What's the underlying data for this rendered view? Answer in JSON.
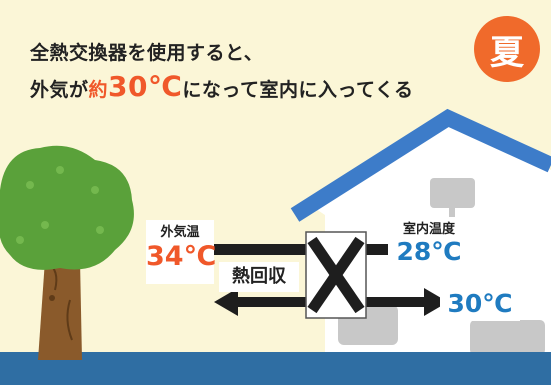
{
  "headline": {
    "line1": "全熱交換器を使用すると、",
    "line2_prefix": "外気が",
    "line2_about": "約",
    "line2_temp": "30℃",
    "line2_suffix": "になって室内に入ってくる"
  },
  "season_badge": "夏",
  "outdoor": {
    "label": "外気温",
    "temperature": "34℃"
  },
  "indoor": {
    "label": "室内温度",
    "temperature": "28℃"
  },
  "exchanger_label": "熱回収",
  "supply_temperature": "30℃",
  "colors": {
    "background": "#fbf6d7",
    "accent_warm": "#f0582a",
    "accent_cool": "#1f7bc0",
    "house_roof": "#3d7cc9",
    "house_wall": "#ffffff",
    "house_silhouette": "#c8c8c8",
    "ground": "#2f6ea3",
    "tree_leaves": "#5aa13a",
    "tree_trunk": "#8a5a2b"
  }
}
